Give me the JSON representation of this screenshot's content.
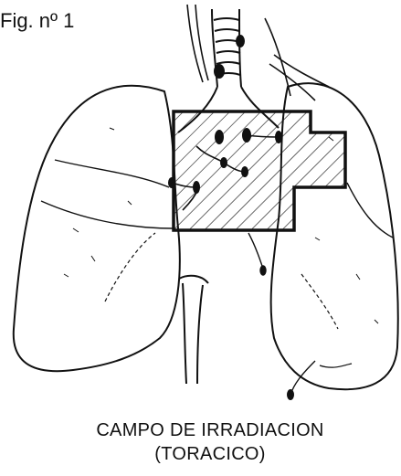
{
  "figure": {
    "label": "Fig. nº 1",
    "caption_line1": "CAMPO DE IRRADIACION",
    "caption_line2": "(TORACICO)"
  },
  "colors": {
    "ink": "#111111",
    "background": "#ffffff"
  }
}
